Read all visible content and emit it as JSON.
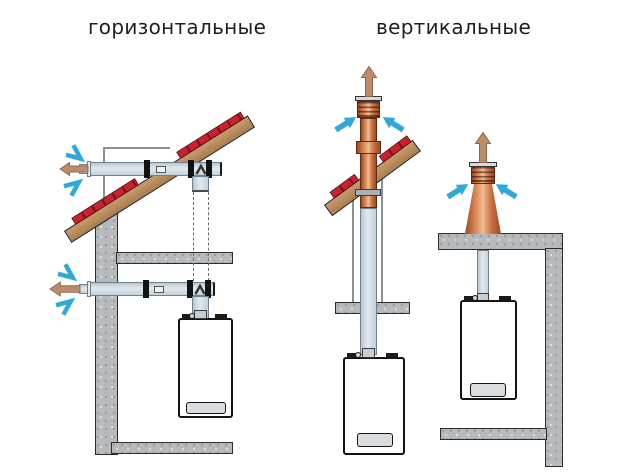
{
  "titles": {
    "horizontal": "горизонтальные",
    "vertical": "вертикальные"
  },
  "colors": {
    "bg": "#ffffff",
    "title_text": "#1f1f1f",
    "concrete": "#b7babc",
    "outline": "#2b2b2b",
    "wood": "#b88c5e",
    "tile": "#cf1f2a",
    "pipe_blue": "#ccd9e2",
    "copper": "#c06a3a",
    "exhaust": "#ba8c6c",
    "exhaust_edge": "#8d674c",
    "intake": "#2fa9d8",
    "panel": "#d9dde0",
    "flashing": "#8a9097"
  },
  "icons": {
    "exhaust-arrow-icon": {
      "shape": "block-arrow",
      "color": "#ba8c6c"
    },
    "intake-arrow-icon": {
      "shape": "chevron-arrow",
      "color": "#2fa9d8"
    },
    "flow-chevron-icon": {
      "shape": "up-chevron",
      "color": "#333333"
    }
  }
}
